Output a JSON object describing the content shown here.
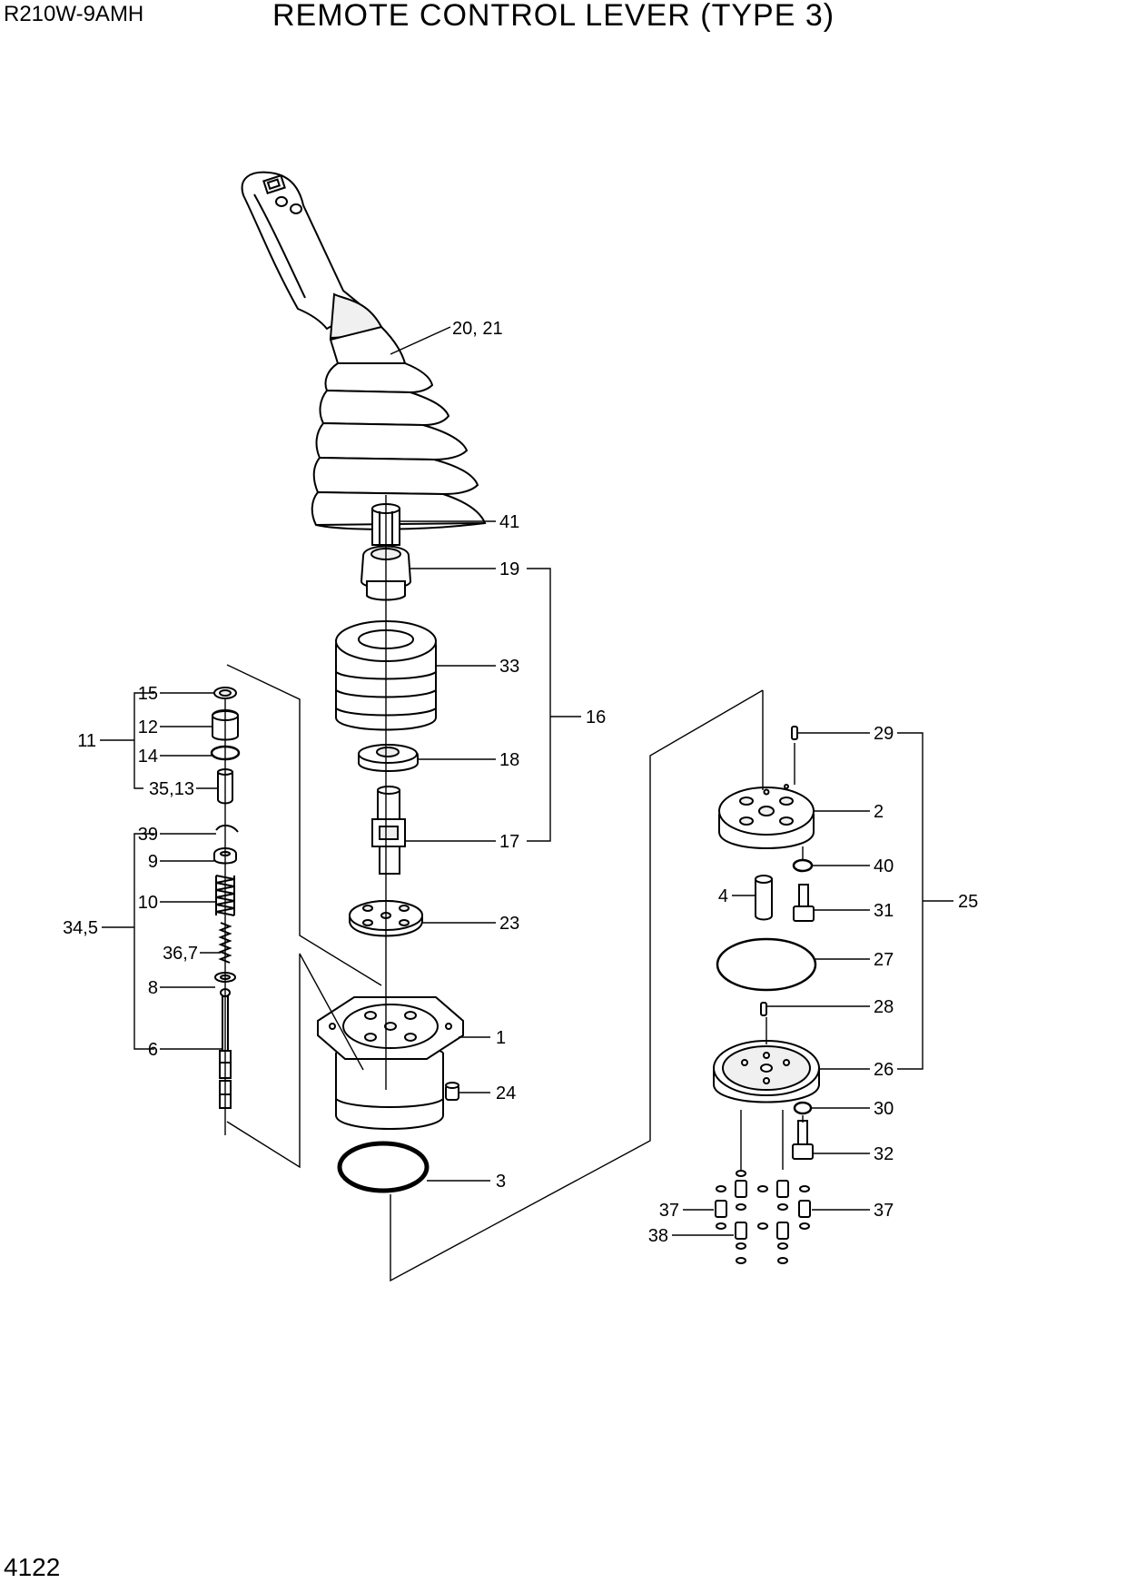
{
  "header": {
    "model": "R210W-9AMH",
    "title": "REMOTE CONTROL LEVER (TYPE 3)"
  },
  "footer": {
    "page_number": "4122"
  },
  "callouts": {
    "c20_21": "20, 21",
    "c41": "41",
    "c19": "19",
    "c33": "33",
    "c16": "16",
    "c18": "18",
    "c17": "17",
    "c23": "23",
    "c1": "1",
    "c24": "24",
    "c3": "3",
    "c15": "15",
    "c12": "12",
    "c11": "11",
    "c14": "14",
    "c35_13": "35,13",
    "c39": "39",
    "c9": "9",
    "c10": "10",
    "c34_5": "34,5",
    "c36_7": "36,7",
    "c8": "8",
    "c6": "6",
    "c29": "29",
    "c2": "2",
    "c40": "40",
    "c4": "4",
    "c31": "31",
    "c25": "25",
    "c27": "27",
    "c28": "28",
    "c26": "26",
    "c30": "30",
    "c32": "32",
    "c37a": "37",
    "c37b": "37",
    "c38": "38"
  }
}
